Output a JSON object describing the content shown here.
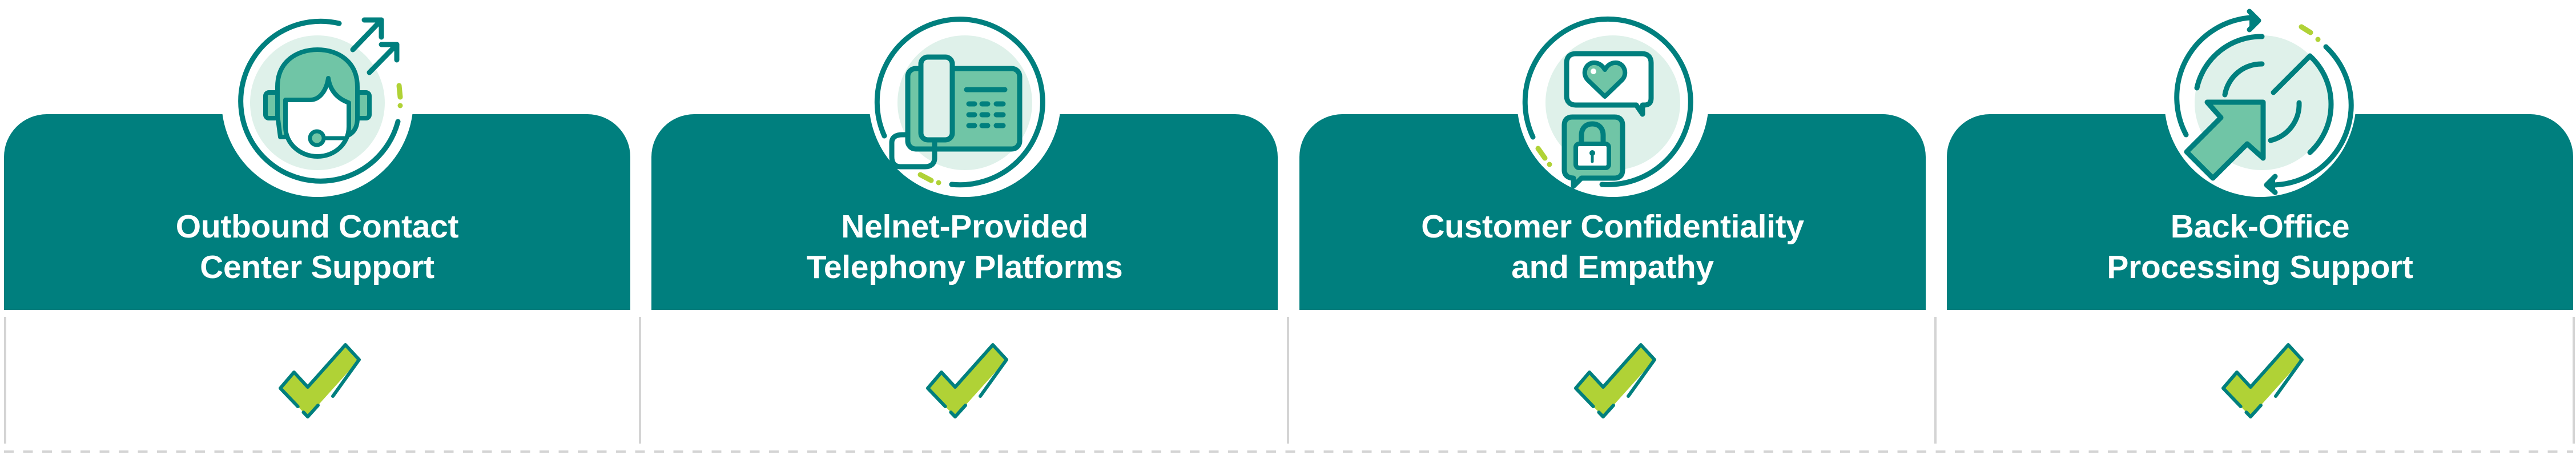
{
  "colors": {
    "header_teal": "#007F7E",
    "icon_stroke": "#007F7E",
    "icon_fill_mint": "#70C5A6",
    "icon_bg_light": "#DFF1EA",
    "check_fill": "#B0D236",
    "accent_lime": "#B0D236",
    "divider_gray": "#D4D4D4"
  },
  "columns": [
    {
      "icon": "headset-agent-icon",
      "title_line1": "Outbound Contact",
      "title_line2": "Center Support",
      "status": "included",
      "status_icon": "checkmark-icon"
    },
    {
      "icon": "desk-phone-icon",
      "title_line1": "Nelnet-Provided",
      "title_line2": "Telephony Platforms",
      "status": "included",
      "status_icon": "checkmark-icon"
    },
    {
      "icon": "heart-chat-lock-icon",
      "title_line1": "Customer Confidentiality",
      "title_line2": "and Empathy",
      "status": "included",
      "status_icon": "checkmark-icon"
    },
    {
      "icon": "process-cycle-arrow-icon",
      "title_line1": "Back-Office",
      "title_line2": "Processing Support",
      "status": "included",
      "status_icon": "checkmark-icon"
    }
  ]
}
